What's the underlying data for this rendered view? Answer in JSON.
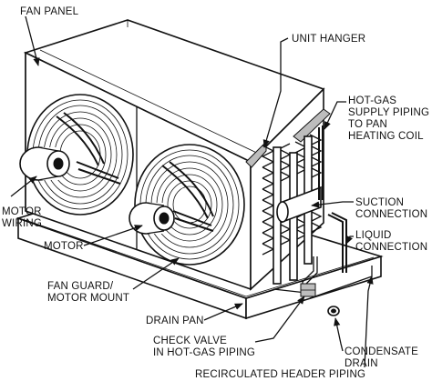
{
  "labels": {
    "fan_panel": "FAN PANEL",
    "unit_hanger": "UNIT HANGER",
    "hot_gas_1": "HOT-GAS",
    "hot_gas_2": "SUPPLY PIPING",
    "hot_gas_3": "TO PAN",
    "hot_gas_4": "HEATING COIL",
    "motor_wiring_1": "MOTOR",
    "motor_wiring_2": "WIRING",
    "suction_1": "SUCTION",
    "suction_2": "CONNECTION",
    "liquid_1": "LIQUID",
    "liquid_2": "CONNECTION",
    "motor": "MOTOR",
    "fan_guard_1": "FAN GUARD/",
    "fan_guard_2": "MOTOR MOUNT",
    "drain_pan": "DRAIN PAN",
    "check_valve_1": "CHECK VALVE",
    "check_valve_2": "IN HOT-GAS PIPING",
    "condensate_1": "CONDENSATE",
    "condensate_2": "DRAIN",
    "recirc": "RECIRCULATED HEADER PIPING"
  }
}
